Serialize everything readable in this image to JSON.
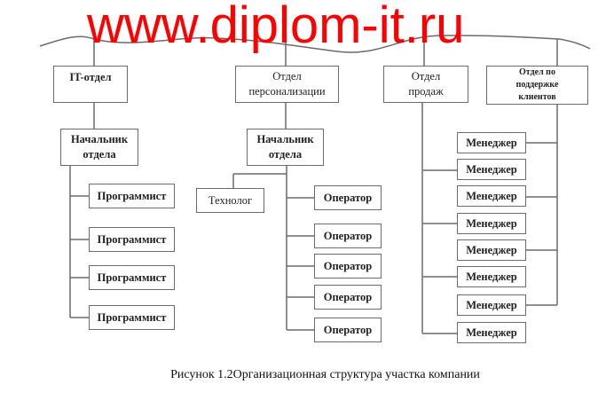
{
  "departments": [
    {
      "label": "IT-отдел"
    },
    {
      "label": "Отдел\nперсонализации"
    },
    {
      "label": "Отдел\nпродаж"
    },
    {
      "label": "Отдел по\nподдержке\nклиентов"
    }
  ],
  "heads": [
    {
      "label": "Начальник\nотдела"
    },
    {
      "label": "Начальник\nотдела"
    }
  ],
  "it_staff": [
    "Программист",
    "Программист",
    "Программист",
    "Программист"
  ],
  "personalization_staff": {
    "technologist": "Технолог",
    "operators": [
      "Оператор",
      "Оператор",
      "Оператор",
      "Оператор",
      "Оператор"
    ]
  },
  "managers": [
    "Менеджер",
    "Менеджер",
    "Менеджер",
    "Менеджер",
    "Менеджер",
    "Менеджер",
    "Менеджер",
    "Менеджер"
  ],
  "watermark": "www.diplom-it.ru",
  "caption": "Рисунок 1.2Организационная структура участка компании",
  "colors": {
    "lines": "#6b6b6b",
    "watermark": "#ff0000"
  }
}
